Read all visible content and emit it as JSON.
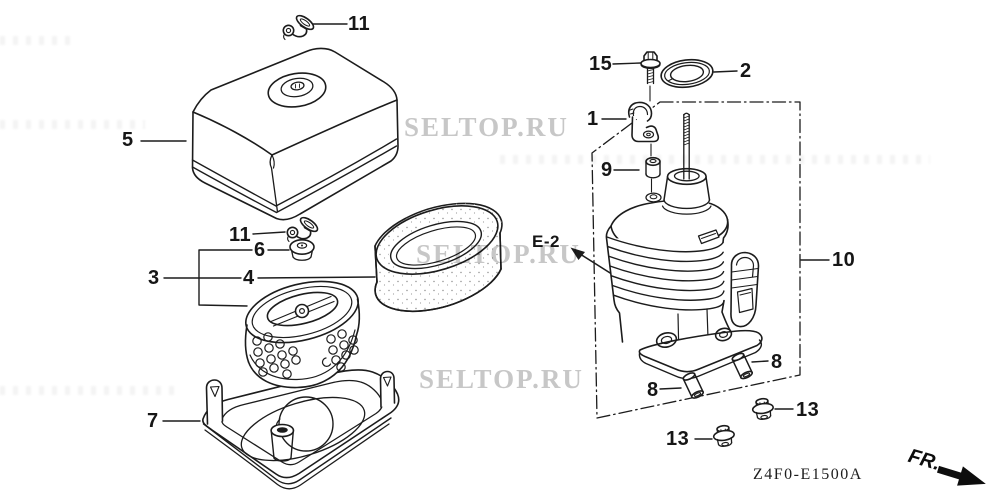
{
  "diagram": {
    "code": "Z4F0-E1500A",
    "direction_label": "FR.",
    "section_reference": "E-2",
    "watermark_text": "SELTOP.RU",
    "callouts": {
      "wing_nut_top": "11",
      "cover": "5",
      "wing_nut_mid": "11",
      "grommet": "6",
      "element_assembly": "3",
      "outer_filter": "4",
      "base": "7",
      "bolt": "15",
      "gasket": "2",
      "clamp": "1",
      "collar": "9",
      "case_assembly": "10",
      "tube_left": "8",
      "tube_right": "8",
      "nut_left": "13",
      "nut_right": "13"
    },
    "colors": {
      "line": "#1c1c1c",
      "watermark": "#8f8f8f",
      "background": "#ffffff"
    }
  }
}
